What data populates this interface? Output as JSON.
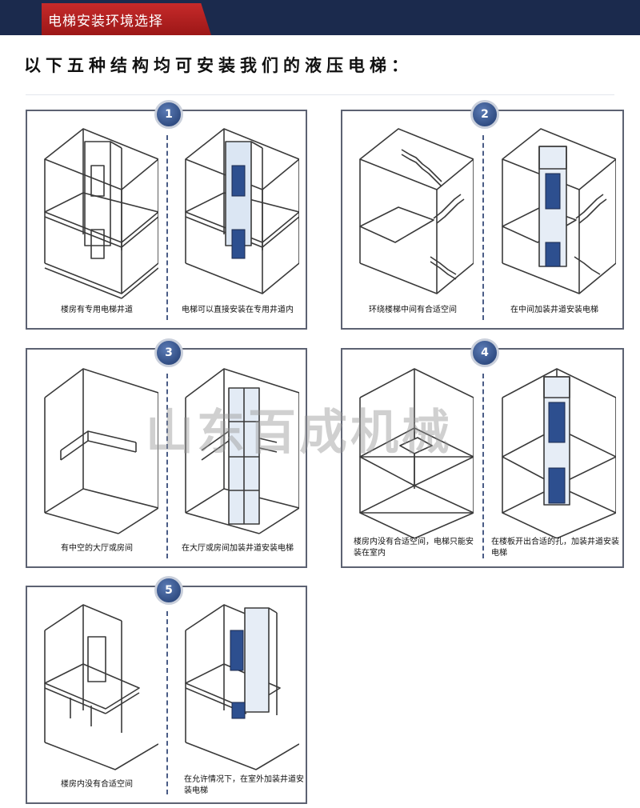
{
  "header": {
    "tab_title": "电梯安装环境选择",
    "headline": "以下五种结构均可安装我们的液压电梯："
  },
  "watermark": "山东百成机械",
  "sections": [
    {
      "number": "1",
      "left_caption": "楼房有专用电梯井道",
      "right_caption": "电梯可以直接安装在专用井道内"
    },
    {
      "number": "2",
      "left_caption": "环绕楼梯中间有合适空间",
      "right_caption": "在中间加装井道安装电梯"
    },
    {
      "number": "3",
      "left_caption": "有中空的大厅或房间",
      "right_caption": "在大厅或房间加装井道安装电梯"
    },
    {
      "number": "4",
      "left_caption": "楼房内没有合适空间，电梯只能安装在室内",
      "right_caption": "在楼板开出合适的孔，加装井道安装电梯"
    },
    {
      "number": "5",
      "left_caption": "楼房内没有合适空间",
      "right_caption": "在允许情况下，在室外加装井道安装电梯"
    }
  ],
  "colors": {
    "top_bar": "#1b2a4d",
    "tab": "#b52020",
    "line_art": "#3a3a3a",
    "elevator_door": "#2d4f8f",
    "badge": "#2a4a82"
  }
}
